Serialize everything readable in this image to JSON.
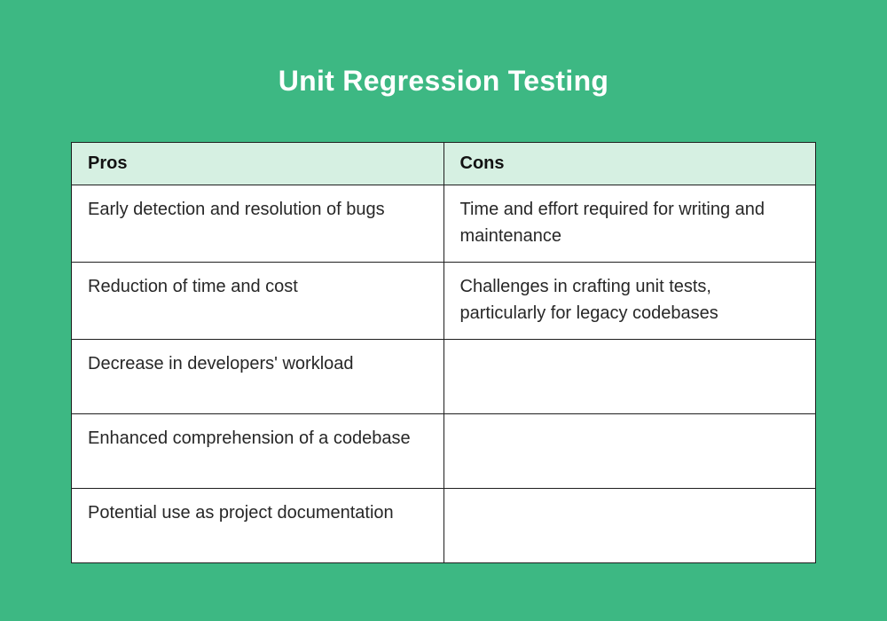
{
  "page": {
    "title": "Unit Regression Testing",
    "background_color": "#3DB883"
  },
  "table": {
    "header_bg_color": "#D6F0E2",
    "border_color": "#1F1F1F",
    "columns": {
      "pros_label": "Pros",
      "cons_label": "Cons"
    },
    "rows": [
      {
        "pros": "Early detection and resolution of bugs",
        "cons": "Time and effort required for writing and maintenance"
      },
      {
        "pros": "Reduction of time and cost",
        "cons": "Challenges in crafting unit tests, particularly for legacy codebases"
      },
      {
        "pros": "Decrease in developers' workload",
        "cons": ""
      },
      {
        "pros": "Enhanced comprehension of a codebase",
        "cons": ""
      },
      {
        "pros": "Potential use as project documentation",
        "cons": ""
      }
    ]
  }
}
